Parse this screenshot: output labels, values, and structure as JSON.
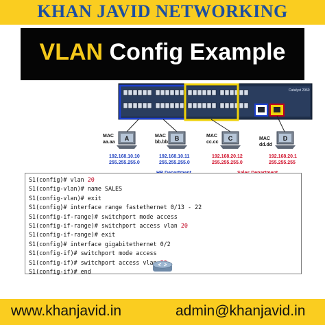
{
  "banner": {
    "title": "KHAN JAVID NETWORKING"
  },
  "heading": {
    "accent": "VLAN",
    "rest": " Config Example"
  },
  "switch": {
    "model": "Catalyst 2960"
  },
  "hosts": [
    {
      "mac_label": "MAC",
      "mac": "aa.aa",
      "letter": "A",
      "ip": "192.168.10.10",
      "mask": "255.255.255.0"
    },
    {
      "mac_label": "MAC",
      "mac": "bb.bb",
      "letter": "B",
      "ip": "192.168.10.11",
      "mask": "255.255.255.0"
    },
    {
      "mac_label": "MAC",
      "mac": "cc.cc",
      "letter": "C",
      "ip": "192.168.20.12",
      "mask": "255.255.255.0"
    },
    {
      "mac_label": "MAC",
      "mac": "dd.dd",
      "letter": "D",
      "ip": "192.168.20.1",
      "mask": "255.255.255"
    }
  ],
  "departments": {
    "hr": "HR Department",
    "sales": "Sales Department"
  },
  "cli": [
    {
      "pre": "S1(config)# vlan ",
      "hl": "20",
      "post": ""
    },
    {
      "pre": "S1(config-vlan)# name SALES",
      "hl": "",
      "post": ""
    },
    {
      "pre": "S1(config-vlan)# exit",
      "hl": "",
      "post": ""
    },
    {
      "pre": "S1(config)# interface range fastethernet 0/13 - 22",
      "hl": "",
      "post": ""
    },
    {
      "pre": "S1(config-if-range)# switchport mode access",
      "hl": "",
      "post": ""
    },
    {
      "pre": "S1(config-if-range)# switchport access vlan ",
      "hl": "20",
      "post": ""
    },
    {
      "pre": "S1(config-if-range)# exit",
      "hl": "",
      "post": ""
    },
    {
      "pre": "S1(config)# interface gigabitethernet 0/2",
      "hl": "",
      "post": ""
    },
    {
      "pre": "S1(config-if)# switchport mode access",
      "hl": "",
      "post": ""
    },
    {
      "pre": "S1(config-if)# switchport access vlan ",
      "hl": "20",
      "post": ""
    },
    {
      "pre": "S1(config-if)# end",
      "hl": "",
      "post": ""
    }
  ],
  "footer": {
    "website": "www.khanjavid.in",
    "email": "admin@khanjavid.in"
  },
  "colors": {
    "banner": "#facd20",
    "brand": "#1d4fa0",
    "accent": "#f4c81a",
    "hr_box": "#1d3fcf",
    "sales_box": "#f0d20a",
    "sales_text": "#d0102a",
    "ip_text": "#1d3fbf",
    "highlight": "#c0001e"
  }
}
